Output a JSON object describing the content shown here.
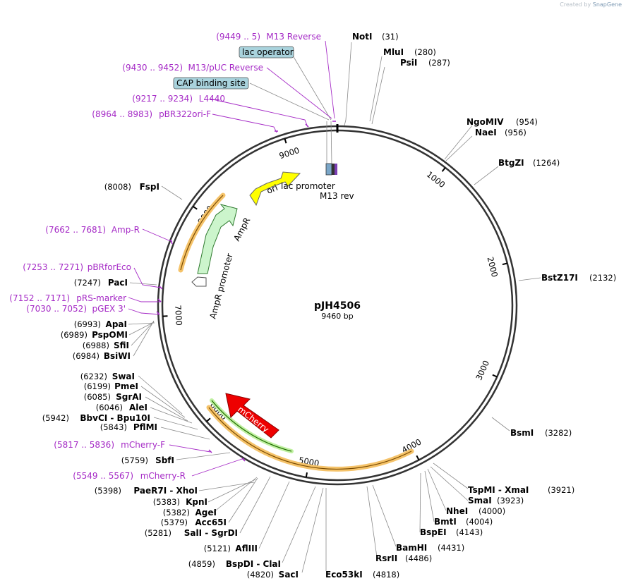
{
  "credit": {
    "prefix": "Created by",
    "brand": "SnapGene"
  },
  "plasmid": {
    "name": "pJH4506",
    "size_label": "9460 bp",
    "length": 9460
  },
  "ticks": [
    {
      "bp": 1000,
      "label": "1000"
    },
    {
      "bp": 2000,
      "label": "2000"
    },
    {
      "bp": 3000,
      "label": "3000"
    },
    {
      "bp": 4000,
      "label": "4000"
    },
    {
      "bp": 5000,
      "label": "5000"
    },
    {
      "bp": 6000,
      "label": "6000"
    },
    {
      "bp": 7000,
      "label": "7000"
    },
    {
      "bp": 8000,
      "label": "8000"
    },
    {
      "bp": 9000,
      "label": "9000"
    }
  ],
  "enzymes_right": [
    {
      "name": "NotI",
      "pos": "(31)"
    },
    {
      "name": "MluI",
      "pos": "(280)"
    },
    {
      "name": "PsiI",
      "pos": "(287)"
    },
    {
      "name": "NgoMIV",
      "pos": "(954)"
    },
    {
      "name": "NaeI",
      "pos": "(956)"
    },
    {
      "name": "BtgZI",
      "pos": "(1264)"
    },
    {
      "name": "BstZ17I",
      "pos": "(2132)"
    },
    {
      "name": "BsmI",
      "pos": "(3282)"
    },
    {
      "name": "TspMI - XmaI",
      "pos": "(3921)"
    },
    {
      "name": "SmaI",
      "pos": "(3923)"
    },
    {
      "name": "NheI",
      "pos": "(4000)"
    },
    {
      "name": "BmtI",
      "pos": "(4004)"
    },
    {
      "name": "BspEI",
      "pos": "(4143)"
    },
    {
      "name": "BamHI",
      "pos": "(4431)"
    },
    {
      "name": "RsrII",
      "pos": "(4486)"
    },
    {
      "name": "Eco53kI",
      "pos": "(4818)"
    }
  ],
  "enzymes_left": [
    {
      "name": "SacI",
      "pos": "(4820)"
    },
    {
      "name": "BspDI - ClaI",
      "pos": "(4859)"
    },
    {
      "name": "AflIII",
      "pos": "(5121)"
    },
    {
      "name": "SalI - SgrDI",
      "pos": "(5281)"
    },
    {
      "name": "Acc65I",
      "pos": "(5379)"
    },
    {
      "name": "AgeI",
      "pos": "(5382)"
    },
    {
      "name": "KpnI",
      "pos": "(5383)"
    },
    {
      "name": "PaeR7I - XhoI",
      "pos": "(5398)"
    },
    {
      "name": "SbfI",
      "pos": "(5759)"
    },
    {
      "name": "PflMI",
      "pos": "(5843)"
    },
    {
      "name": "BbvCI - Bpu10I",
      "pos": "(5942)"
    },
    {
      "name": "AleI",
      "pos": "(6046)"
    },
    {
      "name": "SgrAI",
      "pos": "(6085)"
    },
    {
      "name": "PmeI",
      "pos": "(6199)"
    },
    {
      "name": "SwaI",
      "pos": "(6232)"
    },
    {
      "name": "BsiWI",
      "pos": "(6984)"
    },
    {
      "name": "SfiI",
      "pos": "(6988)"
    },
    {
      "name": "PspOMI",
      "pos": "(6989)"
    },
    {
      "name": "ApaI",
      "pos": "(6993)"
    },
    {
      "name": "PacI",
      "pos": "(7247)"
    },
    {
      "name": "FspI",
      "pos": "(8008)"
    }
  ],
  "primers": [
    {
      "name": "M13 Reverse",
      "range": "(9449 .. 5)"
    },
    {
      "name": "M13/pUC Reverse",
      "range": "(9430 .. 9452)"
    },
    {
      "name": "L4440",
      "range": "(9217 .. 9234)"
    },
    {
      "name": "pBR322ori-F",
      "range": "(8964 .. 8983)"
    },
    {
      "name": "Amp-R",
      "range": "(7662 .. 7681)"
    },
    {
      "name": "pBRforEco",
      "range": "(7253 .. 7271)"
    },
    {
      "name": "pRS-marker",
      "range": "(7152 .. 7171)"
    },
    {
      "name": "pGEX 3'",
      "range": "(7030 .. 7052)"
    },
    {
      "name": "mCherry-F",
      "range": "(5817 .. 5836)"
    },
    {
      "name": "mCherry-R",
      "range": "(5549 .. 5567)"
    }
  ],
  "boxed_features": [
    {
      "name": "lac operator"
    },
    {
      "name": "CAP binding site"
    }
  ],
  "features": {
    "ori": "ori",
    "ampr": "AmpR",
    "ampr_promoter": "AmpR promoter",
    "lac_promoter": "lac promoter",
    "m13_rev": "M13 rev",
    "mcherry": "mCherry"
  },
  "colors": {
    "ori": "#ffff00",
    "ampr": "#ccf5cc",
    "mcherry": "#ee0000",
    "primer": "#a52ac6",
    "orf_glow": "#f5c36a",
    "feature_box": "#a9d3dd"
  }
}
